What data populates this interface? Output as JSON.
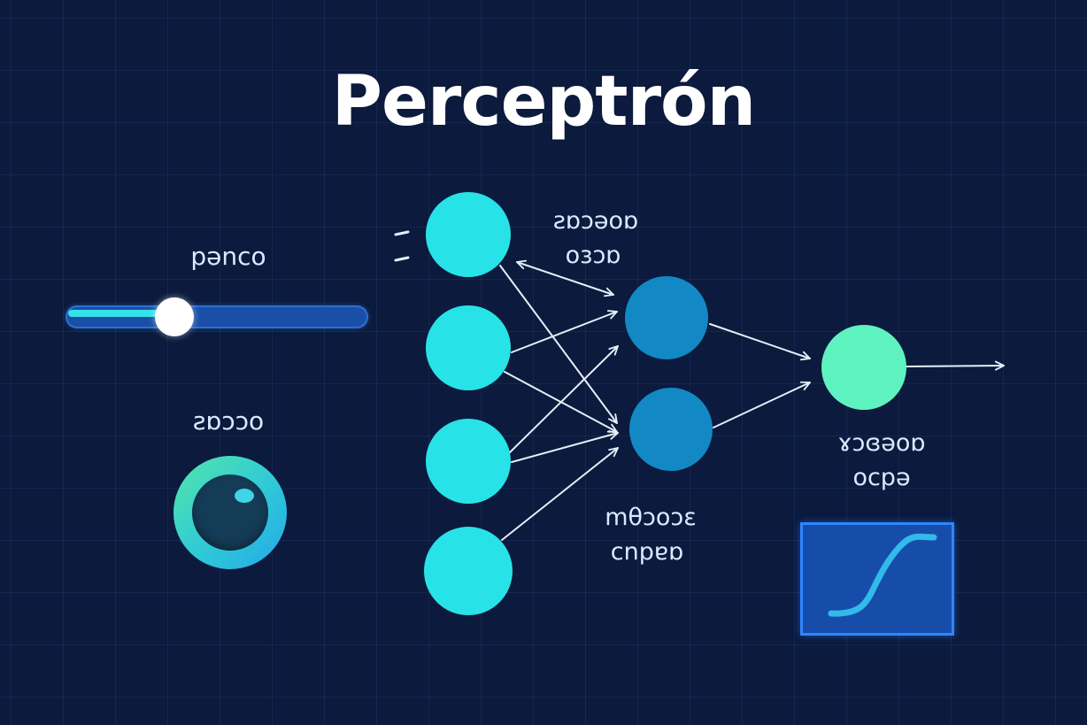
{
  "title": "Perceptrón",
  "controls": {
    "slider_label": "pənco",
    "slider_value": 0.36,
    "knob_label": "ƨɒɔɔo"
  },
  "diagram": {
    "input_label_line1": "ƨɒɔəoɒ",
    "input_label_line2": "oɜɔɒ",
    "hidden_label_line1": "mθɔoɔɛ",
    "hidden_label_line2": "cnpɐɒ",
    "output_label_line1": "ɤɔɞəoɒ",
    "output_label_line2": "ocpə"
  },
  "colors": {
    "input_node": "#27e3e8",
    "hidden_node": "#1289c4",
    "output_node": "#5ff2c1",
    "edge": "#e6eef8",
    "background": "#0b1a3d"
  }
}
